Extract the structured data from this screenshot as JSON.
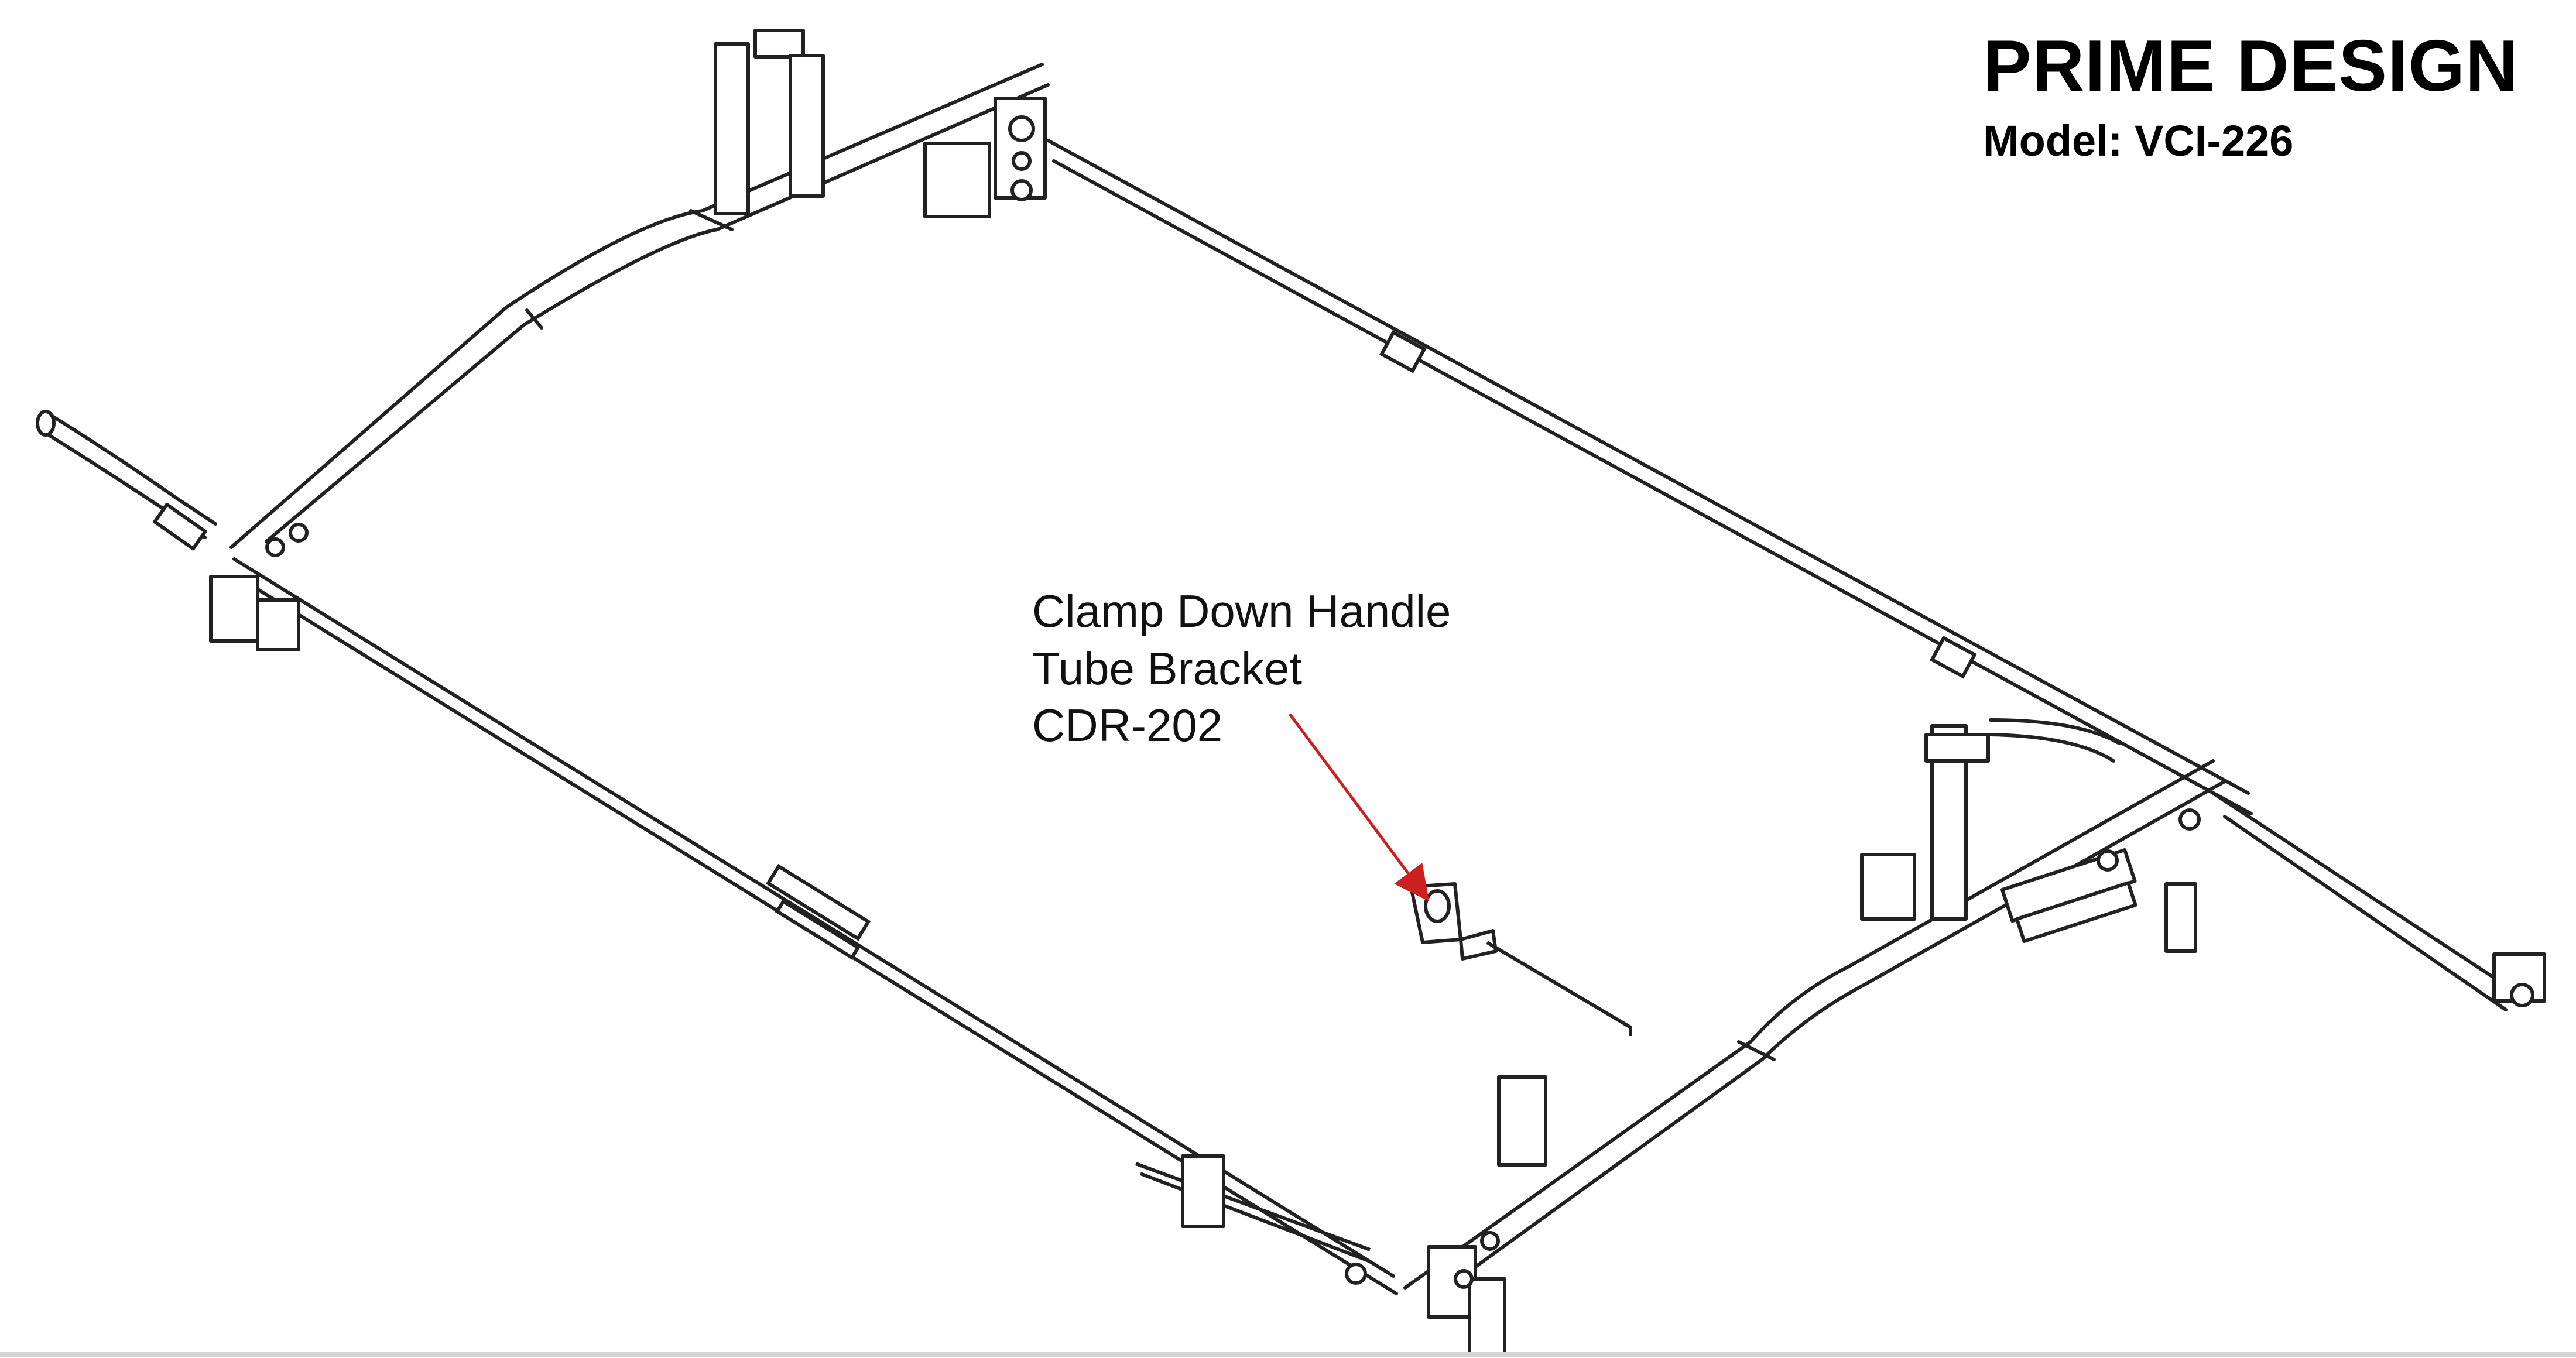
{
  "header": {
    "title": "PRIME DESIGN",
    "model": "Model: VCI-226"
  },
  "callout": {
    "line1": "Clamp Down Handle",
    "line2": "Tube Bracket",
    "line3": "CDR-202",
    "arrow_color": "#cc1f1f"
  },
  "diagram": {
    "line_color": "#222222",
    "fill_color": "#ffffff"
  }
}
